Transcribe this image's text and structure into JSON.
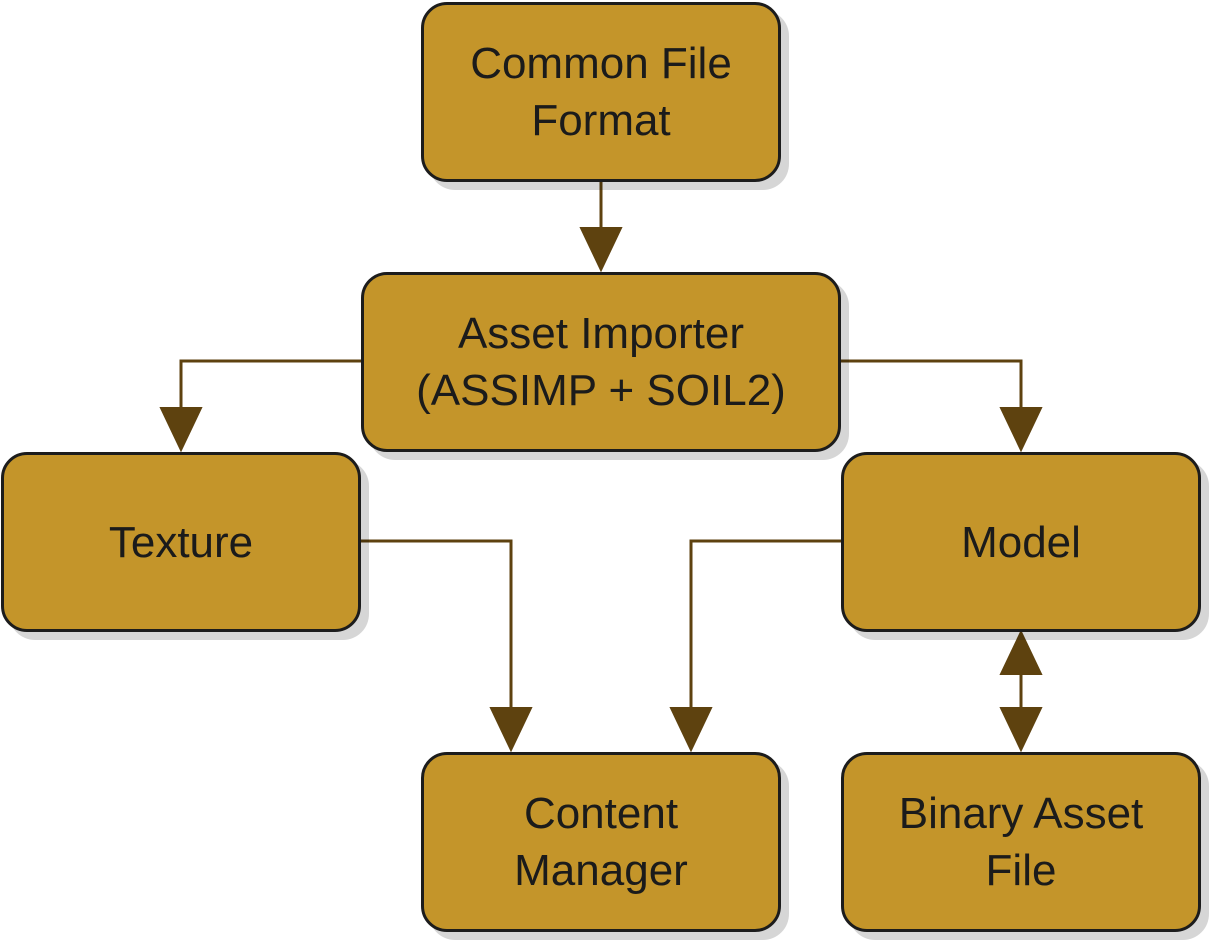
{
  "colors": {
    "node_fill": "#c4952a",
    "node_border": "#1c1c1c",
    "connector": "#5e420f",
    "text": "#1b1b1b"
  },
  "nodes": {
    "common_file_format": "Common File\nFormat",
    "asset_importer": "Asset Importer\n(ASSIMP + SOIL2)",
    "texture": "Texture",
    "model": "Model",
    "content_manager": "Content\nManager",
    "binary_asset_file": "Binary Asset\nFile"
  },
  "edges": [
    {
      "from": "common_file_format",
      "to": "asset_importer",
      "direction": "forward"
    },
    {
      "from": "asset_importer",
      "to": "texture",
      "direction": "forward"
    },
    {
      "from": "asset_importer",
      "to": "model",
      "direction": "forward"
    },
    {
      "from": "texture",
      "to": "content_manager",
      "direction": "forward"
    },
    {
      "from": "model",
      "to": "content_manager",
      "direction": "forward"
    },
    {
      "from": "model",
      "to": "binary_asset_file",
      "direction": "both"
    }
  ]
}
